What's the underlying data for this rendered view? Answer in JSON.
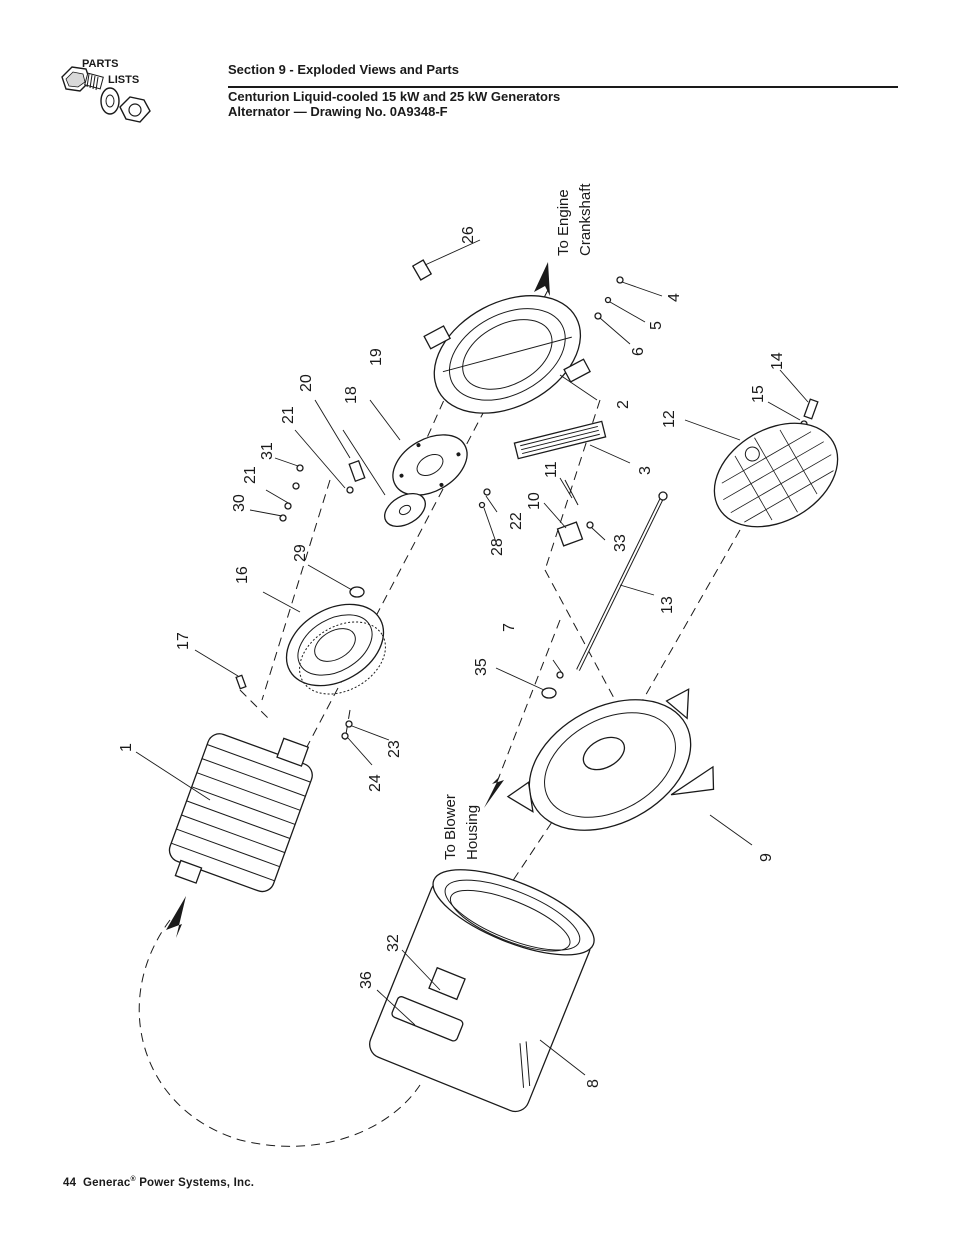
{
  "header": {
    "section": "Section 9 - Exploded Views and Parts",
    "title_line1": "Centurion Liquid-cooled 15 kW and 25 kW Generators",
    "title_line2": "Alternator — Drawing No. 0A9348-F"
  },
  "logo": {
    "word1": "PARTS",
    "word2": "LISTS",
    "icon": "bolt-washer-nut-icon"
  },
  "drawing": {
    "annotations": {
      "engine": [
        "To Engine",
        "Crankshaft"
      ],
      "blower": [
        "To Blower",
        "Housing"
      ]
    },
    "callouts": {
      "c1": "1",
      "c2": "2",
      "c3": "3",
      "c4": "4",
      "c5": "5",
      "c6": "6",
      "c7": "7",
      "c8": "8",
      "c9": "9",
      "c10": "10",
      "c11": "11",
      "c12": "12",
      "c13": "13",
      "c14": "14",
      "c15": "15",
      "c16": "16",
      "c17": "17",
      "c18": "18",
      "c19": "19",
      "c20": "20",
      "c21a": "21",
      "c21b": "21",
      "c22": "22",
      "c23": "23",
      "c24": "24",
      "c26": "26",
      "c28": "28",
      "c29": "29",
      "c30": "30",
      "c31": "31",
      "c32": "32",
      "c33": "33",
      "c35": "35",
      "c36": "36"
    }
  },
  "footer": {
    "page_number": "44",
    "brand": "Generac",
    "reg_mark": "®",
    "company_rest": " Power Systems, Inc."
  }
}
